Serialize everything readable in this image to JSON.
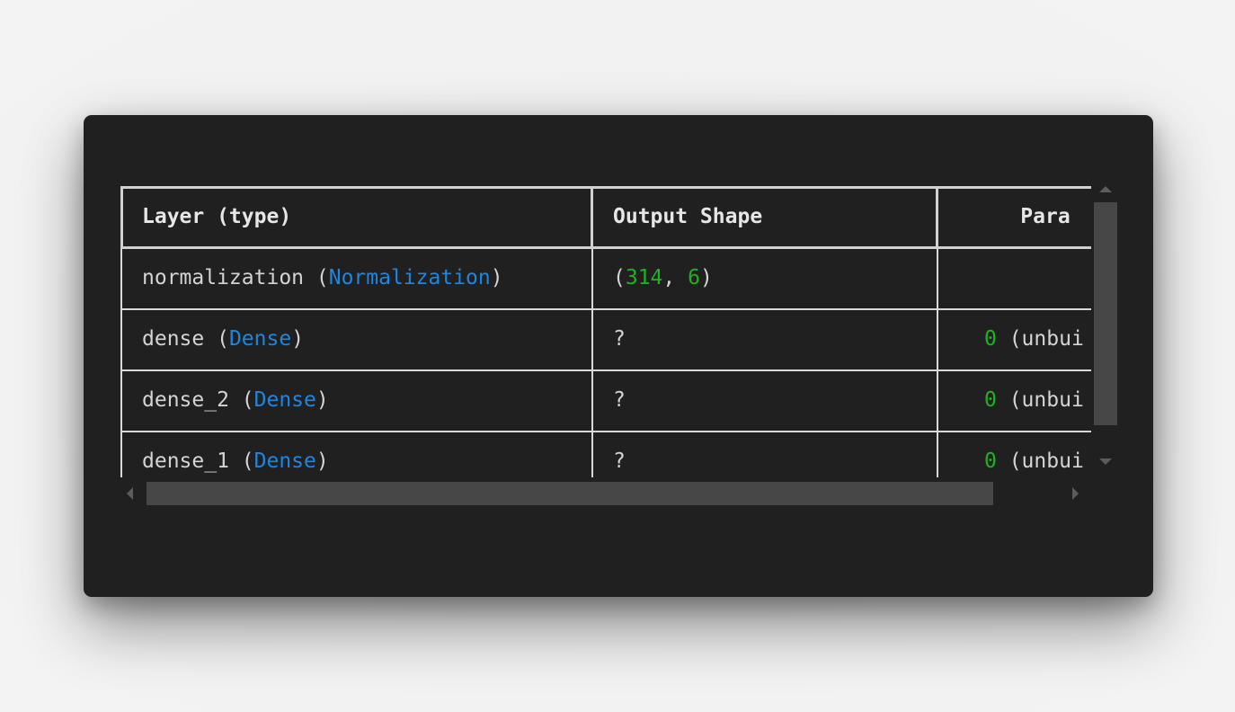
{
  "table": {
    "headers": [
      "Layer (type)",
      "Output Shape",
      "Param #"
    ],
    "header_visible": {
      "layer": "Layer (type)",
      "output": "Output Shape",
      "param": "Para"
    },
    "rows": [
      {
        "name": "normalization",
        "type": "Normalization",
        "shape_open": "(",
        "shape_a": "314",
        "shape_sep": ", ",
        "shape_b": "6",
        "shape_close": ")",
        "param_value": "",
        "param_note": ""
      },
      {
        "name": "dense",
        "type": "Dense",
        "shape": "?",
        "param_value": "0",
        "param_note": " (unbui"
      },
      {
        "name": "dense_2",
        "type": "Dense",
        "shape": "?",
        "param_value": "0",
        "param_note": " (unbui"
      },
      {
        "name": "dense_1",
        "type": "Dense",
        "shape": "?",
        "param_value": "0",
        "param_note": " (unbui"
      }
    ],
    "punct": {
      "open": " (",
      "close": ")"
    }
  },
  "colors": {
    "background": "#202020",
    "text": "#d4d4d4",
    "type_blue": "#1f86e0",
    "number_green": "#1fb21f",
    "border": "#d9d9d9"
  }
}
